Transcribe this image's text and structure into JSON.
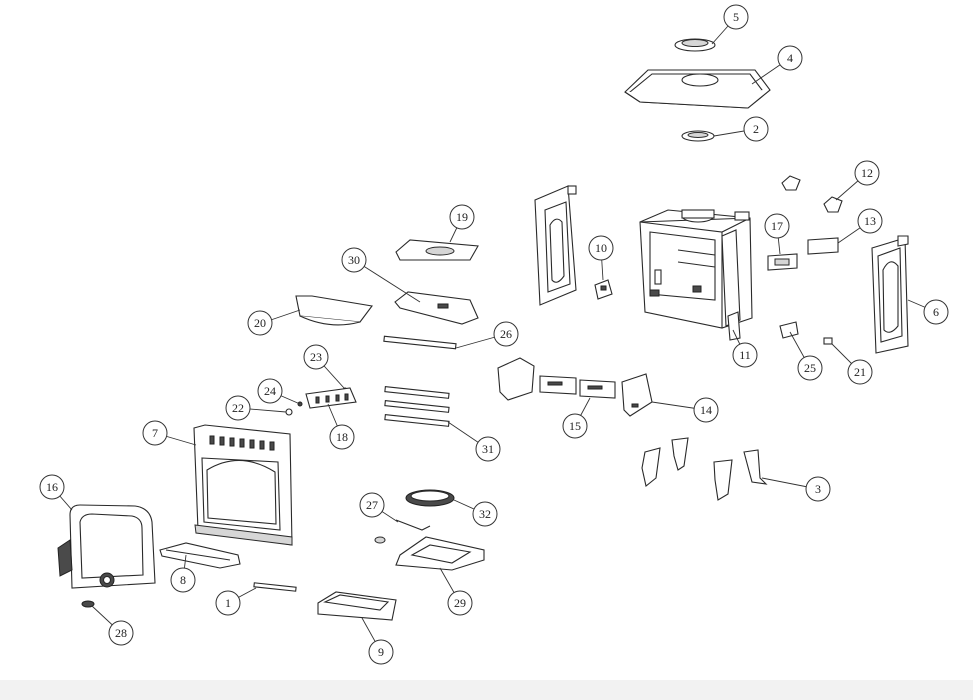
{
  "callouts": [
    {
      "label": "5"
    },
    {
      "label": "4"
    },
    {
      "label": "2"
    },
    {
      "label": "12"
    },
    {
      "label": "13"
    },
    {
      "label": "17"
    },
    {
      "label": "6"
    },
    {
      "label": "10"
    },
    {
      "label": "11"
    },
    {
      "label": "25"
    },
    {
      "label": "21"
    },
    {
      "label": "19"
    },
    {
      "label": "30"
    },
    {
      "label": "20"
    },
    {
      "label": "26"
    },
    {
      "label": "23"
    },
    {
      "label": "24"
    },
    {
      "label": "22"
    },
    {
      "label": "18"
    },
    {
      "label": "15"
    },
    {
      "label": "14"
    },
    {
      "label": "31"
    },
    {
      "label": "7"
    },
    {
      "label": "16"
    },
    {
      "label": "3"
    },
    {
      "label": "27"
    },
    {
      "label": "32"
    },
    {
      "label": "8"
    },
    {
      "label": "1"
    },
    {
      "label": "29"
    },
    {
      "label": "28"
    },
    {
      "label": "9"
    }
  ]
}
